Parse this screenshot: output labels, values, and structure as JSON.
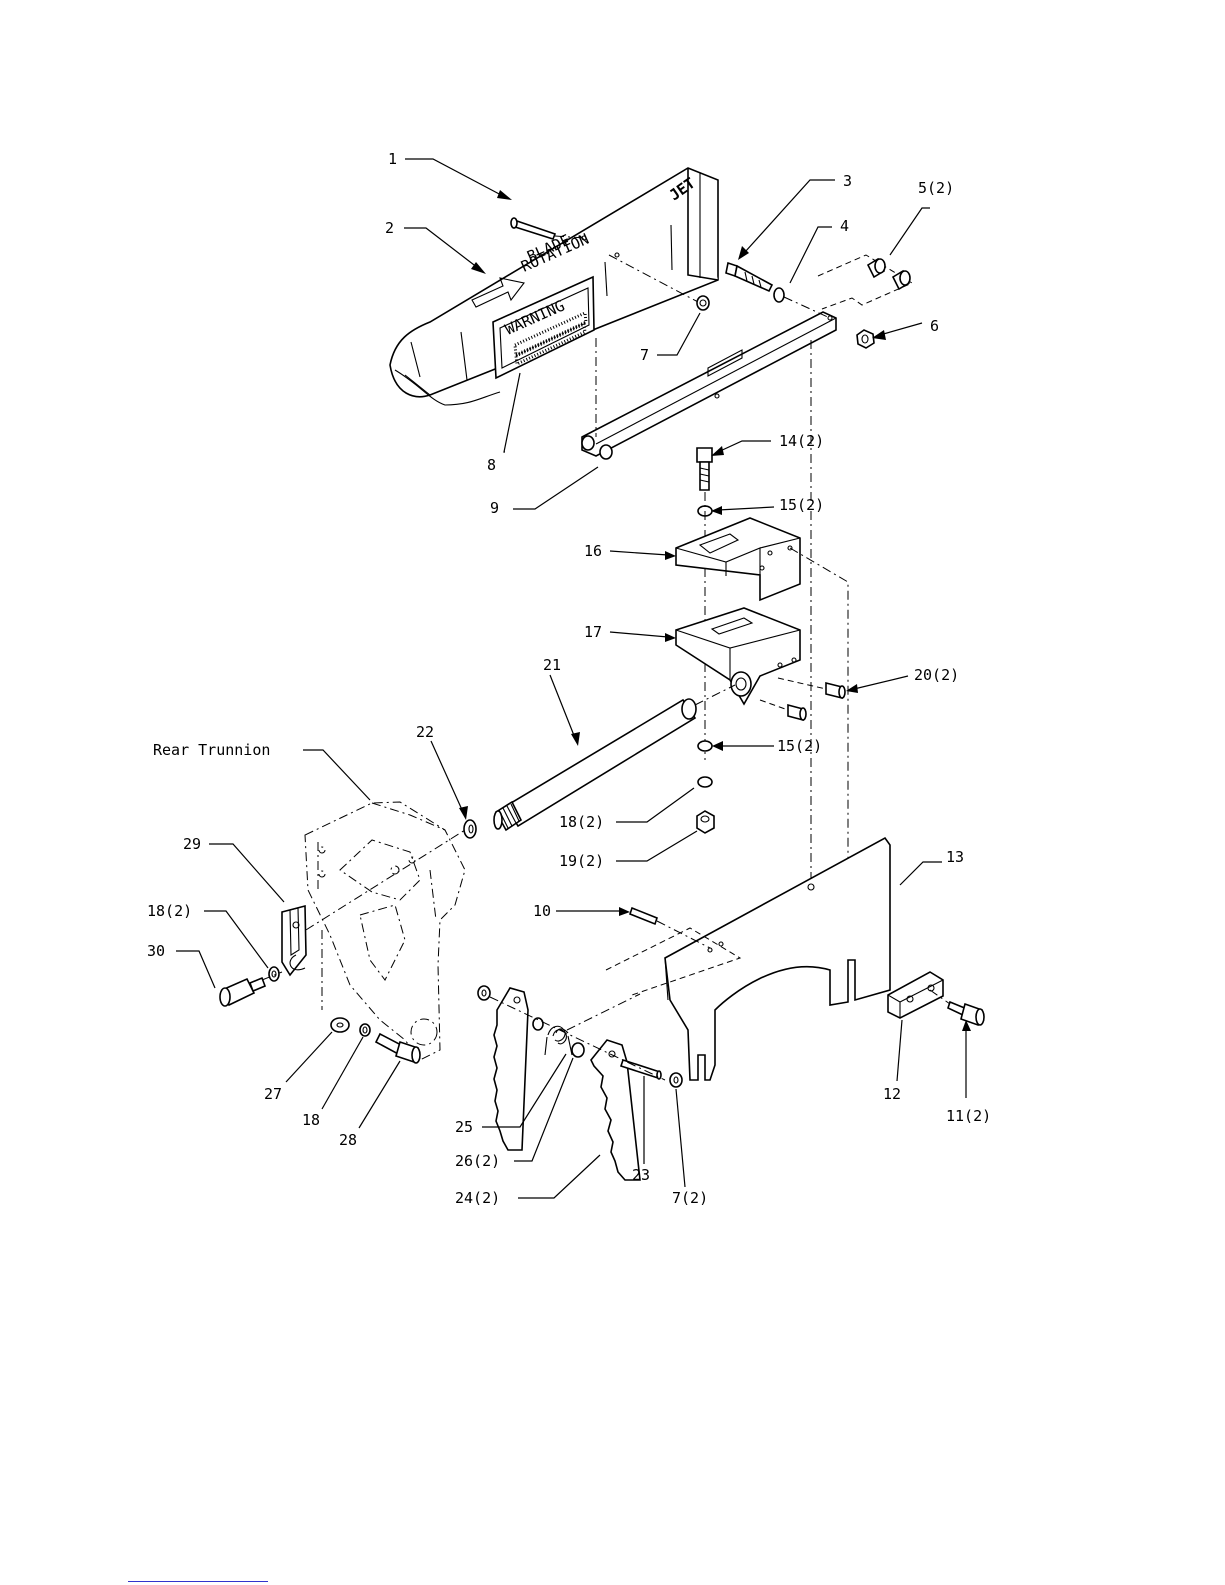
{
  "diagram": {
    "callouts": [
      {
        "id": "c1",
        "text": "1"
      },
      {
        "id": "c2",
        "text": "2"
      },
      {
        "id": "c3",
        "text": "3"
      },
      {
        "id": "c4",
        "text": "4"
      },
      {
        "id": "c5",
        "text": "5(2)"
      },
      {
        "id": "c6",
        "text": "6"
      },
      {
        "id": "c7",
        "text": "7"
      },
      {
        "id": "c8",
        "text": "8"
      },
      {
        "id": "c9",
        "text": "9"
      },
      {
        "id": "c14",
        "text": "14(2)"
      },
      {
        "id": "c15a",
        "text": "15(2)"
      },
      {
        "id": "c16",
        "text": "16"
      },
      {
        "id": "c17",
        "text": "17"
      },
      {
        "id": "c20",
        "text": "20(2)"
      },
      {
        "id": "c21",
        "text": "21"
      },
      {
        "id": "c22",
        "text": "22"
      },
      {
        "id": "c15b",
        "text": "15(2)"
      },
      {
        "id": "c18a",
        "text": "18(2)"
      },
      {
        "id": "c19",
        "text": "19(2)"
      },
      {
        "id": "c13",
        "text": "13"
      },
      {
        "id": "c10",
        "text": "10"
      },
      {
        "id": "c29",
        "text": "29"
      },
      {
        "id": "c18b",
        "text": "18(2)"
      },
      {
        "id": "c30",
        "text": "30"
      },
      {
        "id": "c27",
        "text": "27"
      },
      {
        "id": "c18c",
        "text": "18"
      },
      {
        "id": "c28",
        "text": "28"
      },
      {
        "id": "c25",
        "text": "25"
      },
      {
        "id": "c26",
        "text": "26(2)"
      },
      {
        "id": "c24",
        "text": "24(2)"
      },
      {
        "id": "c23",
        "text": "23"
      },
      {
        "id": "c7b",
        "text": "7(2)"
      },
      {
        "id": "c12",
        "text": "12"
      },
      {
        "id": "c11",
        "text": "11(2)"
      }
    ],
    "rear_trunnion_label": "Rear Trunnion",
    "guard_labels": {
      "warning": "WARNING",
      "brand": "JET",
      "blade_rotation_line1": "BLADE",
      "blade_rotation_line2": "ROTATION"
    }
  }
}
